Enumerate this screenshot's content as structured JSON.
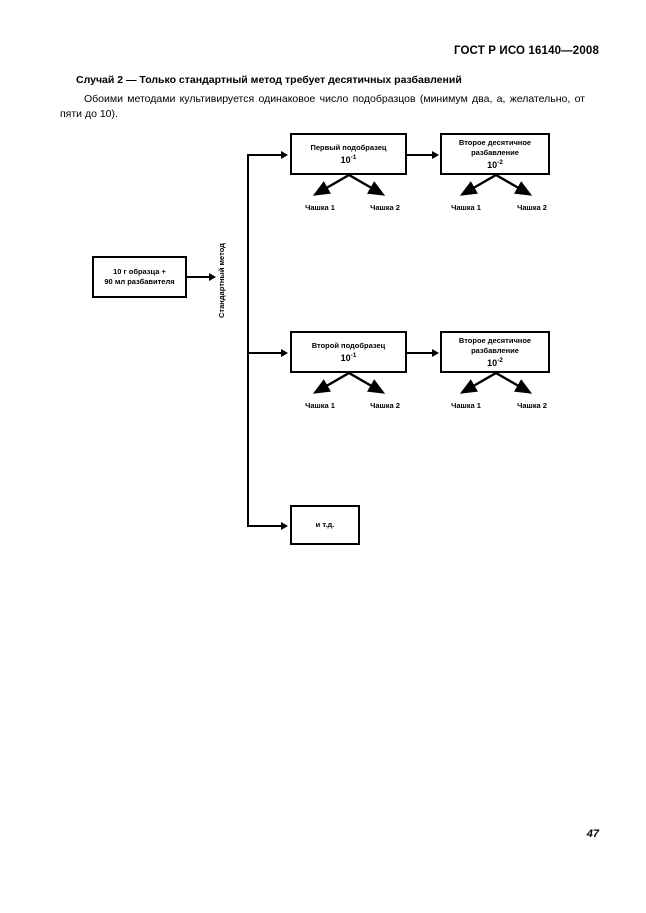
{
  "document": {
    "header": "ГОСТ Р ИСО 16140—2008",
    "page_number": "47"
  },
  "intro": {
    "case_title": "Случай 2 — Только стандартный метод требует десятичных разбавлений",
    "paragraph": "Обоими методами культивируется   одинаковое число подобразцов   (минимум два, а, желательно, от пяти до 10)."
  },
  "diagram": {
    "source_node": {
      "line1": "10 г образца +",
      "line2": "90 мл разбавителя"
    },
    "method_label": "Стандартный метод",
    "branches": [
      {
        "subsample": {
          "title": "Первый подобразец",
          "dilution": "10",
          "exponent": "-1"
        },
        "subsample_dishes": [
          "Чашка 1",
          "Чашка 2"
        ],
        "dilution_node": {
          "line1": "Второе десятичное",
          "line2": "разбавление",
          "dilution": "10",
          "exponent": "-2"
        },
        "dilution_dishes": [
          "Чашка 1",
          "Чашка 2"
        ]
      },
      {
        "subsample": {
          "title": "Второй подобразец",
          "dilution": "10",
          "exponent": "-1"
        },
        "subsample_dishes": [
          "Чашка 1",
          "Чашка 2"
        ],
        "dilution_node": {
          "line1": "Второе десятичное",
          "line2": "разбавление",
          "dilution": "10",
          "exponent": "-2"
        },
        "dilution_dishes": [
          "Чашка 1",
          "Чашка 2"
        ]
      }
    ],
    "etc_node": "и т.д."
  }
}
